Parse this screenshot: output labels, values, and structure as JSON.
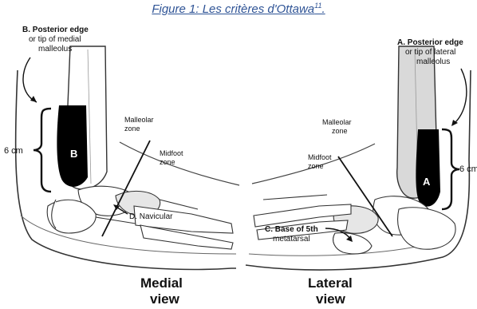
{
  "caption": {
    "text": "Figure 1: Les critères d'Ottawa",
    "superscript": "11",
    "suffix": "."
  },
  "medial": {
    "criterion_b_line1": "B. Posterior edge",
    "criterion_b_line2": "or tip of medial",
    "criterion_b_line3": "malleolus",
    "region_marker": "B",
    "distance_label": "6 cm",
    "malleolar_zone_line1": "Malleolar",
    "malleolar_zone_line2": "zone",
    "midfoot_zone_line1": "Midfoot",
    "midfoot_zone_line2": "zone",
    "criterion_d": "D. Navicular",
    "view_title_line1": "Medial",
    "view_title_line2": "view"
  },
  "lateral": {
    "criterion_a_line1": "A. Posterior edge",
    "criterion_a_line2": "or tip of lateral",
    "criterion_a_line3": "malleolus",
    "region_marker": "A",
    "distance_label": "6 cm",
    "malleolar_zone_line1": "Malleolar",
    "malleolar_zone_line2": "zone",
    "midfoot_zone_line1": "Midfoot",
    "midfoot_zone_line2": "zone",
    "criterion_c_line1": "C. Base of 5th",
    "criterion_c_line2": "metatarsal",
    "view_title_line1": "Lateral",
    "view_title_line2": "view"
  },
  "colors": {
    "caption": "#2f5496",
    "highlight": "#000000",
    "bone_shade": "#d9d9d9"
  }
}
